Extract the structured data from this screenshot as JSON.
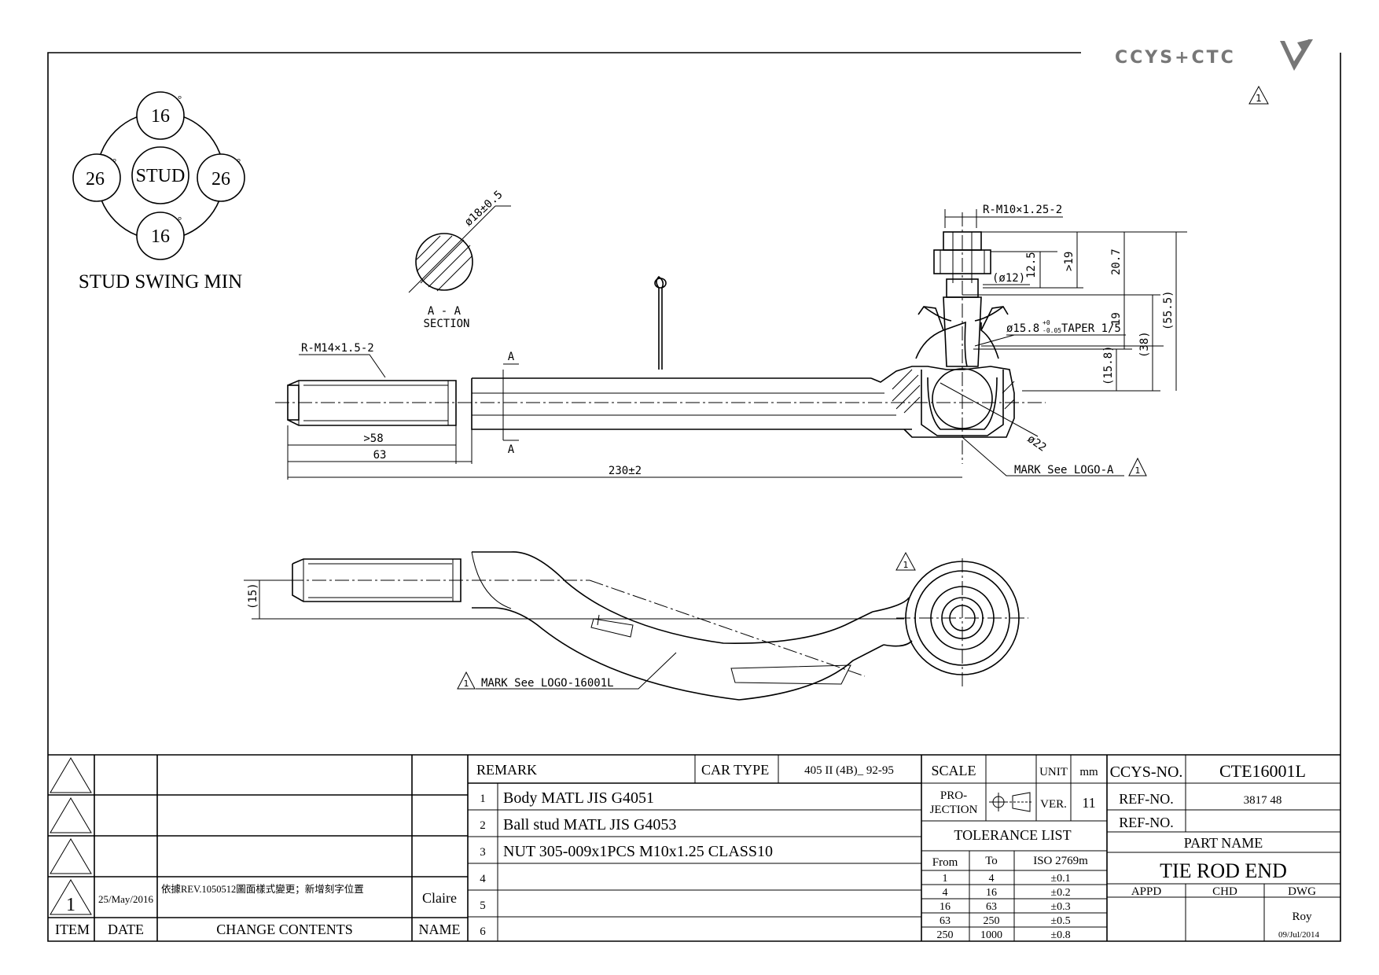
{
  "logo": {
    "text": "CCYS+CTC"
  },
  "stud_swing": {
    "title": "STUD SWING MIN",
    "center": "STUD",
    "top": "16",
    "bottom": "16",
    "left": "26",
    "right": "26",
    "degree_mark": "°"
  },
  "section": {
    "label_line1": "A - A",
    "label_line2": "SECTION",
    "dia": "ø18±0.5"
  },
  "dimensions": {
    "thread_left": "R-M14×1.5-2",
    "thread_right": "R-M10×1.25-2",
    "d58": ">58",
    "d63": "63",
    "d230": "230±2",
    "sec_a_top": "A",
    "sec_a_bot": "A",
    "d12": "(ø12)",
    "d12_5": "12.5",
    "d19a": ">19",
    "d20_7": "20.7",
    "d55_5": "(55.5)",
    "d19b": "19",
    "d38": "(38)",
    "d15_8": "(15.8)",
    "taper": "ø15.8",
    "taper_tol_up": "+0",
    "taper_tol_dn": "-0.05",
    "taper_text": "TAPER 1/5",
    "d22": "ø22",
    "mark_a": "MARK See LOGO-A",
    "d15": "(15)",
    "mark_16001": "MARK See LOGO-16001L"
  },
  "revision": {
    "rows": [
      {
        "item": "",
        "date": "",
        "content": "",
        "name": ""
      },
      {
        "item": "",
        "date": "",
        "content": "",
        "name": ""
      },
      {
        "item": "",
        "date": "",
        "content": "",
        "name": ""
      },
      {
        "item": "1",
        "date": "25/May/2016",
        "content": "依據REV.1050512圖面樣式變更；新增刻字位置",
        "name": "Claire"
      }
    ],
    "header": {
      "item": "ITEM",
      "date": "DATE",
      "content": "CHANGE CONTENTS",
      "name": "NAME"
    }
  },
  "remark": {
    "label": "REMARK",
    "car_type_label": "CAR TYPE",
    "car_type": "405 II (4B)_ 92-95",
    "rows": [
      {
        "no": "1",
        "text": "Body MATL JIS G4051"
      },
      {
        "no": "2",
        "text": "Ball stud MATL JIS G4053"
      },
      {
        "no": "3",
        "text": "NUT 305-009x1PCS M10x1.25 CLASS10"
      },
      {
        "no": "4",
        "text": ""
      },
      {
        "no": "5",
        "text": ""
      },
      {
        "no": "6",
        "text": ""
      }
    ]
  },
  "spec": {
    "scale_label": "SCALE",
    "scale": "",
    "unit_label": "UNIT",
    "unit": "mm",
    "projection_label": "PRO-\nJECTION",
    "ver_label": "VER.",
    "ver": "11",
    "tolerance_title": "TOLERANCE LIST",
    "tol_head": {
      "from": "From",
      "to": "To",
      "iso": "ISO 2769m"
    },
    "tolerances": [
      {
        "from": "1",
        "to": "4",
        "tol": "±0.1"
      },
      {
        "from": "4",
        "to": "16",
        "tol": "±0.2"
      },
      {
        "from": "16",
        "to": "63",
        "tol": "±0.3"
      },
      {
        "from": "63",
        "to": "250",
        "tol": "±0.5"
      },
      {
        "from": "250",
        "to": "1000",
        "tol": "±0.8"
      }
    ]
  },
  "title_block": {
    "ccys_no_label": "CCYS-NO.",
    "ccys_no": "CTE16001L",
    "ref_no_label": "REF-NO.",
    "ref_no": "3817 48",
    "ref_no2_label": "REF-NO.",
    "ref_no2": "",
    "part_name_label": "PART NAME",
    "part_name": "TIE ROD END",
    "appd": "APPD",
    "chd": "CHD",
    "dwg": "DWG",
    "drawer": "Roy",
    "date": "09/Jul/2014"
  }
}
